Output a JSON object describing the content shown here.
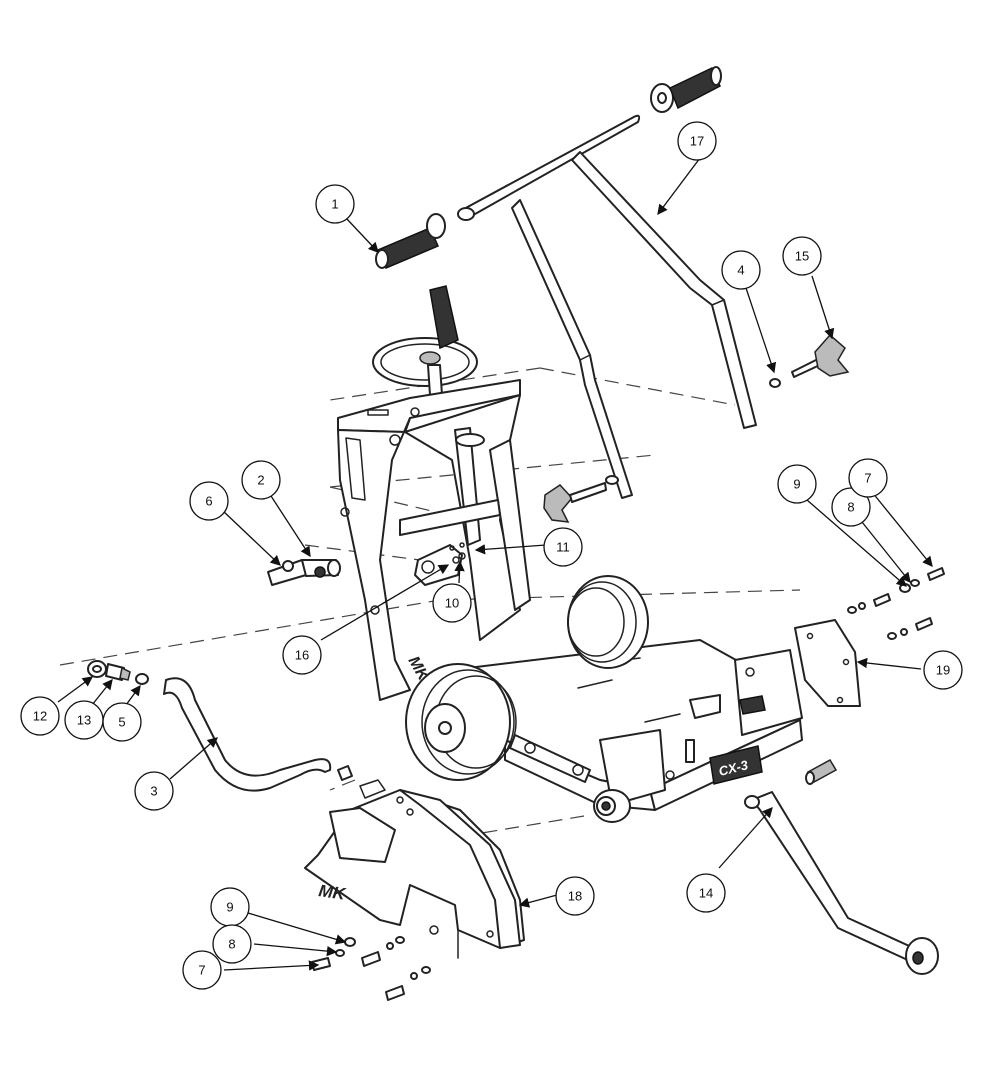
{
  "diagram": {
    "brand_logo": "MK",
    "model_plate": "CX-3",
    "callouts": [
      "1",
      "2",
      "3",
      "4",
      "5",
      "6",
      "7",
      "8",
      "9",
      "10",
      "11",
      "12",
      "13",
      "14",
      "15",
      "16",
      "17",
      "18",
      "19"
    ]
  }
}
